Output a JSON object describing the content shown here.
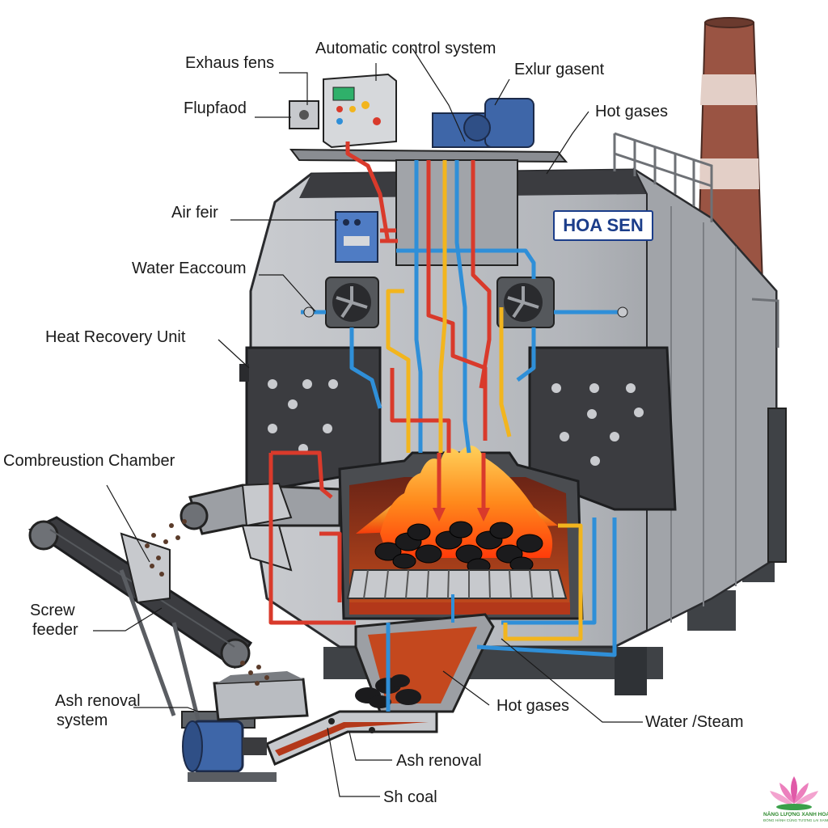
{
  "labels": {
    "automatic_control": "Automatic control system",
    "exhaus_fens": "Exhaus fens",
    "exlur_gasent": "Exlur gasent",
    "flupfaod": "Flupfaod",
    "hot_gases_top": "Hot gases",
    "air_feir": "Air feir",
    "water_eaccoum": "Water Eaccoum",
    "heat_recovery": "Heat Recovery Unit",
    "combustion_chamber": "Combreustion Chamber",
    "screw_feeder_1": "Screw",
    "screw_feeder_2": "feeder",
    "ash_removal_system_1": "Ash renoval",
    "ash_removal_system_2": "system",
    "hot_gases_bottom": "Hot gases",
    "water_steam": "Water /Steam",
    "ash_renoval": "Ash renoval",
    "sh_coal": "Sh coal"
  },
  "brand": {
    "panel_text": "HOA SEN",
    "logo_line1": "NĂNG LƯỢNG XANH HOA SEN",
    "logo_line2": "ĐÓNG HÀNH CÙNG TƯƠNG LAI XANH"
  },
  "colors": {
    "hot_pipe": "#d93a2b",
    "cold_pipe": "#2f8fd8",
    "yellow_pipe": "#f2b51e",
    "boiler_body": "#b9bcc1",
    "panel_dark": "#3b3c40",
    "chimney": "#9a5443",
    "fire": "#ff7a1a"
  }
}
